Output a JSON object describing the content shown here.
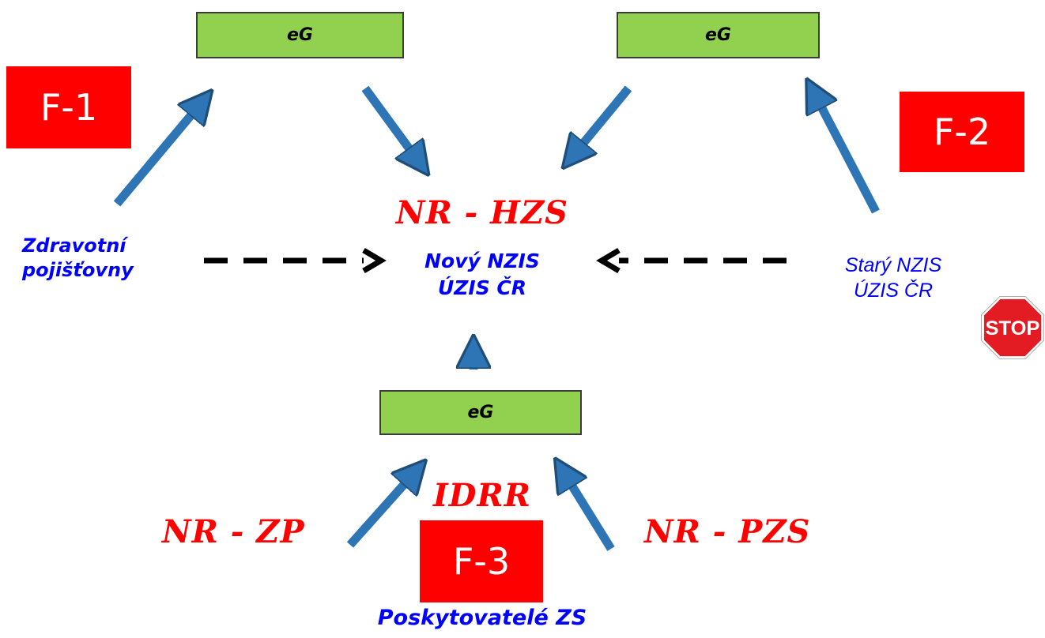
{
  "eg_boxes": {
    "top_left": "eG",
    "top_right": "eG",
    "bottom": "eG"
  },
  "f_labels": {
    "f1": "F-1",
    "f2": "F-2",
    "f3": "F-3"
  },
  "nodes": {
    "zdravotni_line1": "Zdravotní",
    "zdravotni_line2": "pojišťovny",
    "nr_hzs": "NR - HZS",
    "novy_nzis_line1": "Nový NZIS",
    "novy_nzis_line2": "ÚZIS ČR",
    "stary_nzis_line1": "Starý NZIS",
    "stary_nzis_line2": "ÚZIS ČR",
    "idrr": "IDRR",
    "nr_zp": "NR - ZP",
    "nr_pzs": "NR - PZS",
    "poskytovatele": "Poskytovatelé ZS"
  },
  "stop_sign": {
    "text": "STOP",
    "color": "#e31b23"
  },
  "colors": {
    "arrow_blue": "#2e75b6",
    "eg_green": "#92d050",
    "label_red": "#ff0000",
    "text_blue": "#0000ff"
  }
}
